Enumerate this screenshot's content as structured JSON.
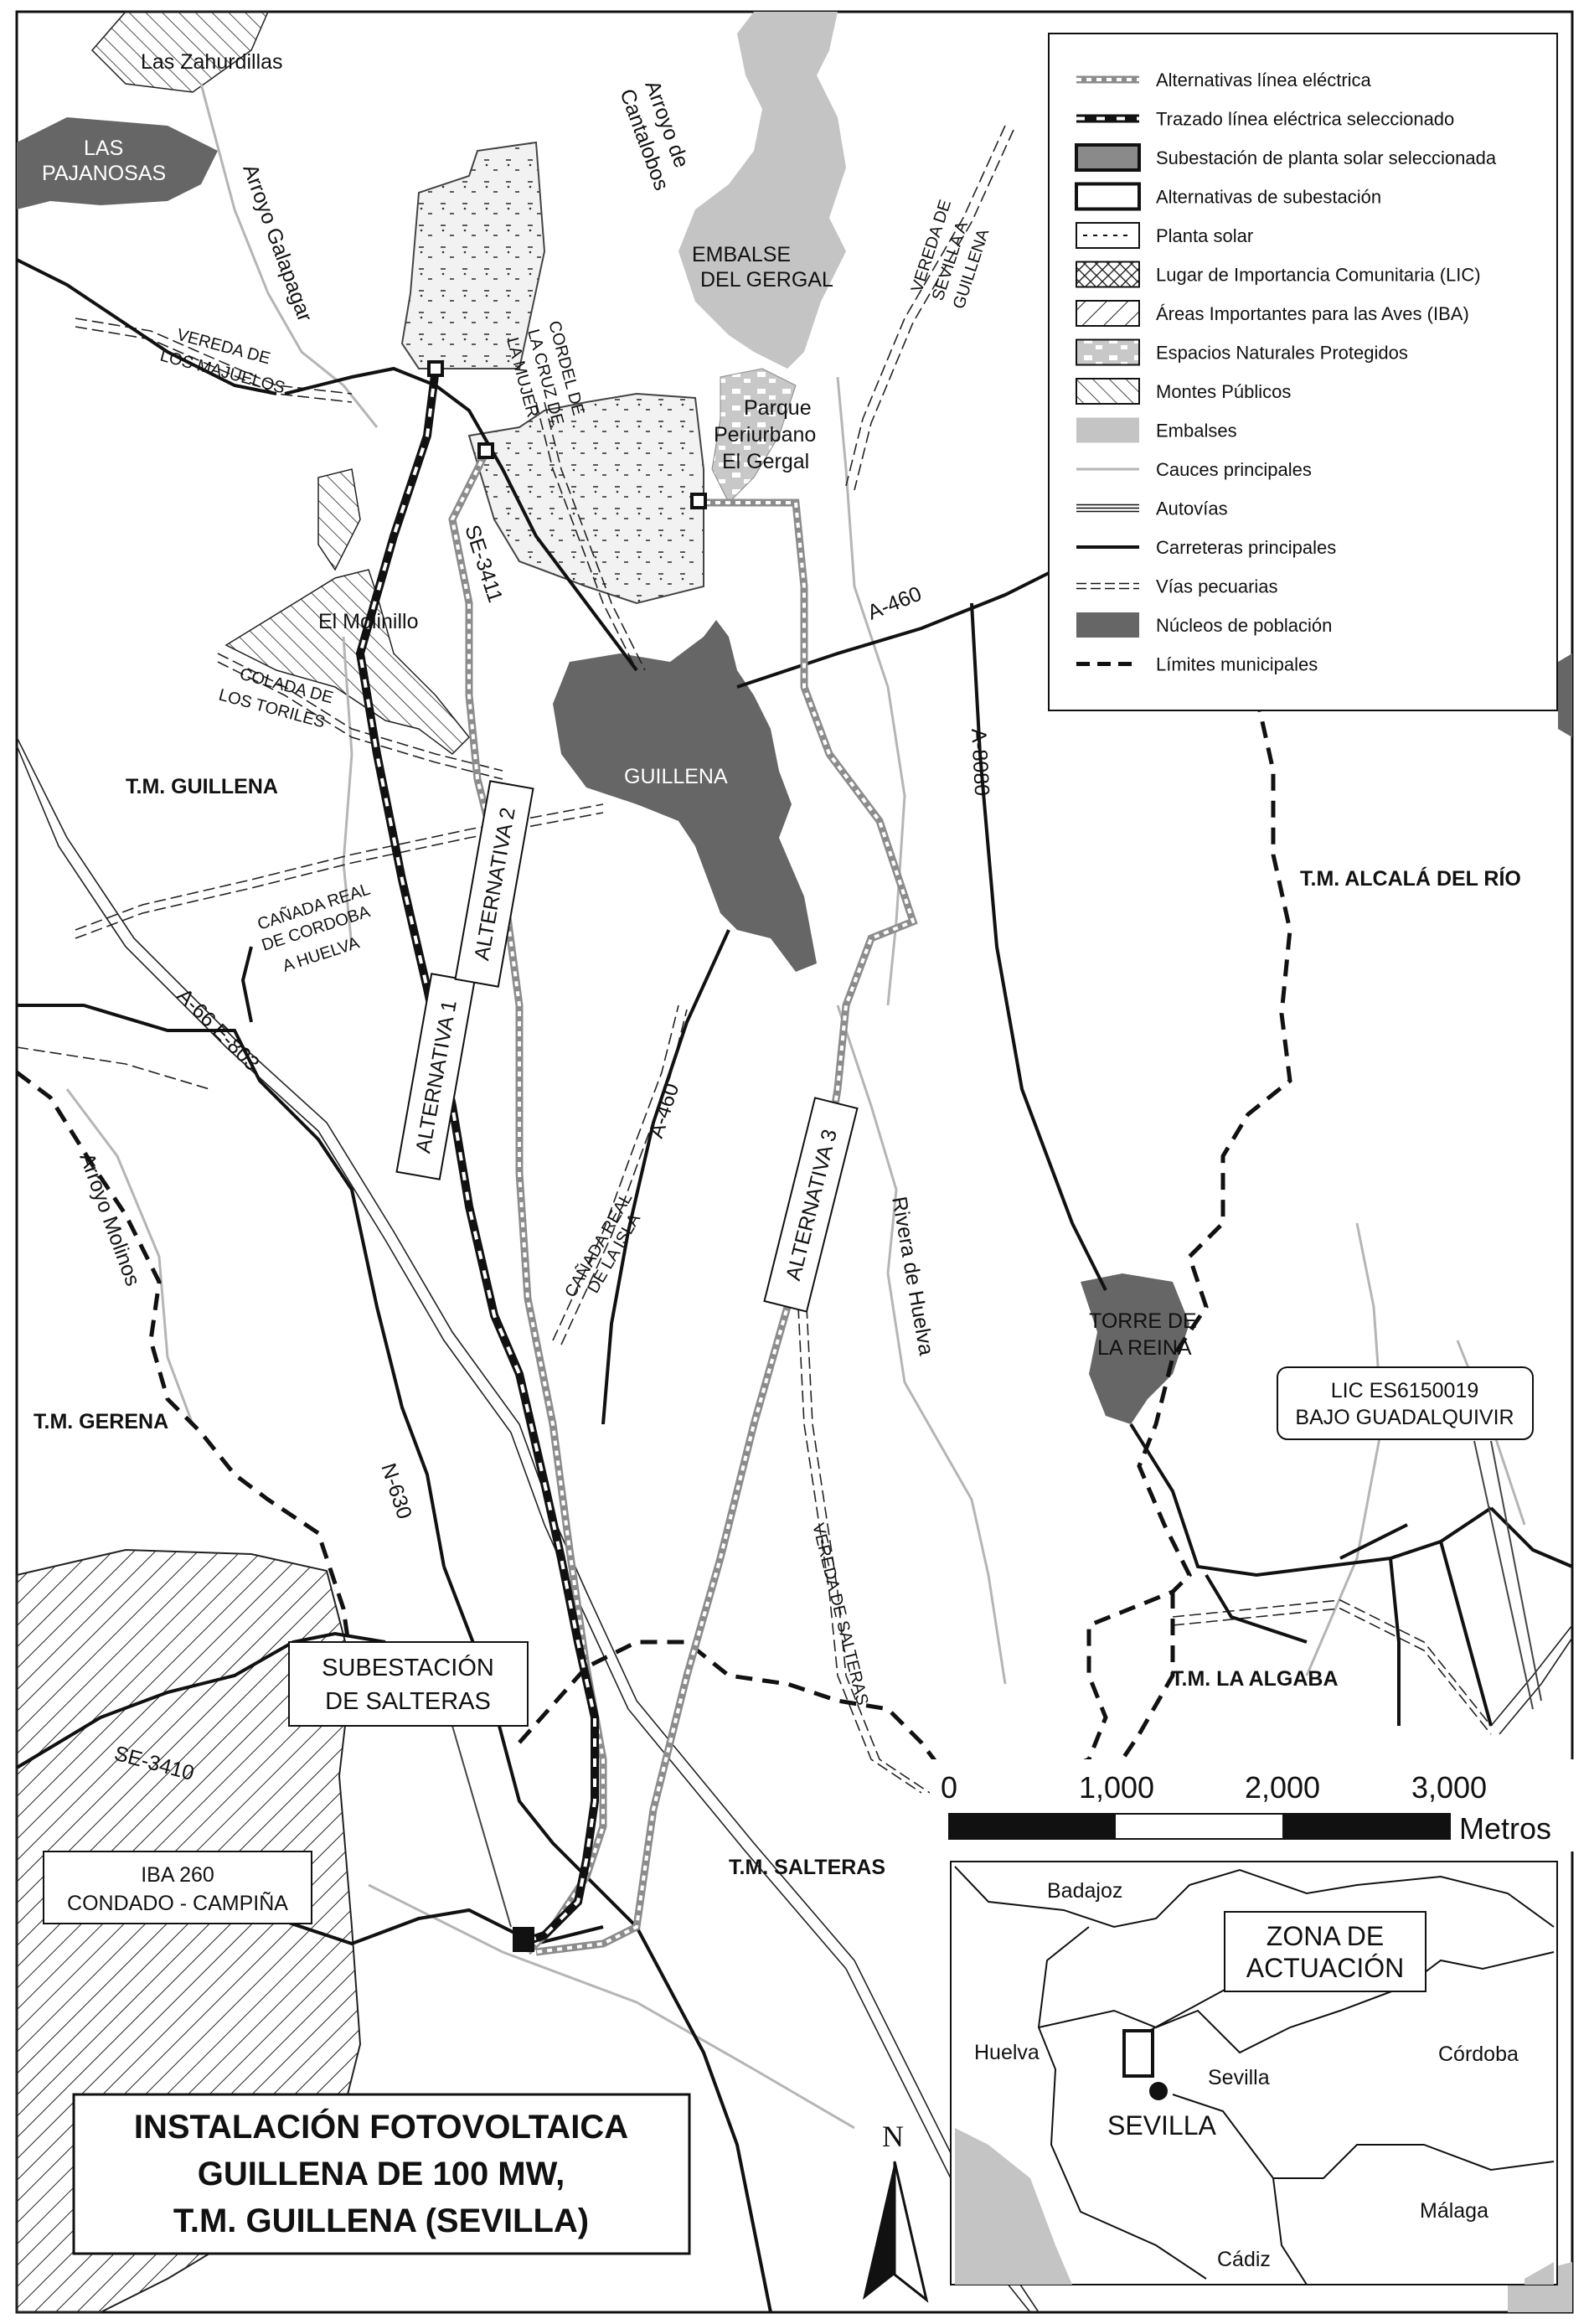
{
  "legend": {
    "items": [
      {
        "key": "alt-line",
        "label": "Alternativas línea eléctrica"
      },
      {
        "key": "sel-line",
        "label": "Trazado línea eléctrica seleccionado"
      },
      {
        "key": "sel-sub",
        "label": "Subestación de planta solar seleccionada"
      },
      {
        "key": "alt-sub",
        "label": "Alternativas de subestación"
      },
      {
        "key": "solar",
        "label": "Planta solar"
      },
      {
        "key": "lic",
        "label": "Lugar de Importancia Comunitaria (LIC)"
      },
      {
        "key": "iba",
        "label": "Áreas Importantes para las Aves (IBA)"
      },
      {
        "key": "enp",
        "label": "Espacios Naturales Protegidos"
      },
      {
        "key": "montes",
        "label": "Montes Públicos"
      },
      {
        "key": "embalses",
        "label": "Embalses"
      },
      {
        "key": "cauces",
        "label": "Cauces principales"
      },
      {
        "key": "autovias",
        "label": "Autovías"
      },
      {
        "key": "carreteras",
        "label": "Carreteras principales"
      },
      {
        "key": "vias",
        "label": "Vías pecuarias"
      },
      {
        "key": "nucleos",
        "label": "Núcleos de población"
      },
      {
        "key": "limites",
        "label": "Límites municipales"
      }
    ]
  },
  "labels": {
    "las_zahurdillas": "Las Zahurdillas",
    "las_pajanosas_1": "LAS",
    "las_pajanosas_2": "PAJANOSAS",
    "arroyo_galapagar": "Arroyo Galapagar",
    "arroyo_cantalobos_1": "Arroyo de",
    "arroyo_cantalobos_2": "Cantalobos",
    "embalse_1": "EMBALSE",
    "embalse_2": "DEL GERGAL",
    "vereda_sevilla_1": "VEREDA DE",
    "vereda_sevilla_2": "SEVILLA A",
    "vereda_sevilla_3": "GUILLENA",
    "vereda_majuelos_1": "VEREDA DE",
    "vereda_majuelos_2": "LOS MAJUELOS",
    "cordel_1": "CORDEL DE",
    "cordel_2": "LA CRUZ DE",
    "cordel_3": "LA MUJER",
    "parque_1": "Parque",
    "parque_2": "Periurbano",
    "parque_3": "El Gergal",
    "se3411": "SE-3411",
    "a460_n": "A-460",
    "el_molinillo": "El Molinillo",
    "colada_1": "COLADA DE",
    "colada_2": "LOS TORILES",
    "guillena": "GUILLENA",
    "tm_guillena": "T.M. GUILLENA",
    "a8080": "A-8080",
    "tm_alcala": "T.M. ALCALÁ DEL RÍO",
    "alt1": "ALTERNATIVA 1",
    "alt2": "ALTERNATIVA 2",
    "alt3": "ALTERNATIVA 3",
    "canada_cordoba_1": "CAÑADA REAL",
    "canada_cordoba_2": "DE CORDOBA",
    "canada_cordoba_3": "A HUELVA",
    "a66": "A-66 E-803",
    "a460_s": "A-460",
    "arroyo_molinos": "Arroyo Molinos",
    "canada_isla_1": "CAÑADA REAL",
    "canada_isla_2": "DE LA ISLA",
    "rivera_huelva": "Rivera de Huelva",
    "torre_1": "TORRE DE",
    "torre_2": "LA REINA",
    "lic_1": "LIC ES6150019",
    "lic_2": "BAJO GUADALQUIVIR",
    "tm_gerena": "T.M. GERENA",
    "n630": "N-630",
    "vereda_salteras": "VEREDA DE SALTERAS",
    "tm_algaba": "T.M. LA ALGABA",
    "subestacion_1": "SUBESTACIÓN",
    "subestacion_2": "DE SALTERAS",
    "se3410": "SE-3410",
    "tm_salteras": "T.M. SALTERAS",
    "iba_1": "IBA 260",
    "iba_2": "CONDADO - CAMPIÑA",
    "north": "N"
  },
  "scale": {
    "ticks": [
      "0",
      "1,000",
      "2,000",
      "3,000"
    ],
    "unit": "Metros"
  },
  "inset": {
    "zona_1": "ZONA DE",
    "zona_2": "ACTUACIÓN",
    "badajoz": "Badajoz",
    "huelva": "Huelva",
    "sevilla_prov": "Sevilla",
    "cordoba": "Córdoba",
    "sevilla_city": "SEVILLA",
    "malaga": "Málaga",
    "cadiz": "Cádiz"
  },
  "title": {
    "line1": "INSTALACIÓN FOTOVOLTAICA",
    "line2": "GUILLENA DE 100 MW,",
    "line3": "T.M. GUILLENA (SEVILLA)"
  },
  "colors": {
    "nucleos": "#666666",
    "embalse": "#c4c4c4",
    "alternatives": "#8c8c8c",
    "cauces": "#b5b5b5"
  }
}
